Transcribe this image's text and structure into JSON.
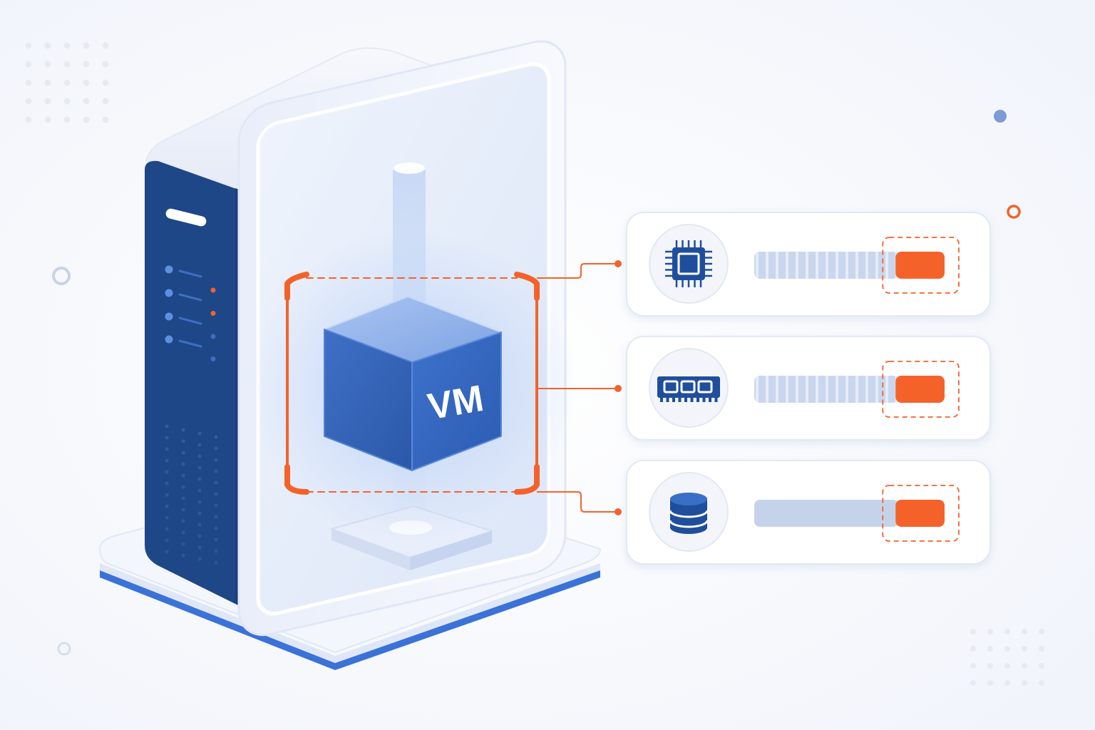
{
  "vm_cube": {
    "label": "VM",
    "icon": "virtual-machine-cube"
  },
  "resources": [
    {
      "name": "cpu",
      "icon": "cpu-chip-icon",
      "base_fill": 0.67,
      "allocated_fill": 0.27,
      "track_style": "striped"
    },
    {
      "name": "memory",
      "icon": "ram-module-icon",
      "base_fill": 0.67,
      "allocated_fill": 0.27,
      "track_style": "striped"
    },
    {
      "name": "storage",
      "icon": "database-icon",
      "base_fill": 0.67,
      "allocated_fill": 0.27,
      "track_style": "solid"
    }
  ],
  "colors": {
    "primary_blue": "#1f4e9c",
    "server_dark": "#1d4787",
    "accent_orange": "#f4622a",
    "track_blue": "#c5d3ea",
    "card_bg": "#ffffff",
    "background": "#f6f8fd"
  }
}
